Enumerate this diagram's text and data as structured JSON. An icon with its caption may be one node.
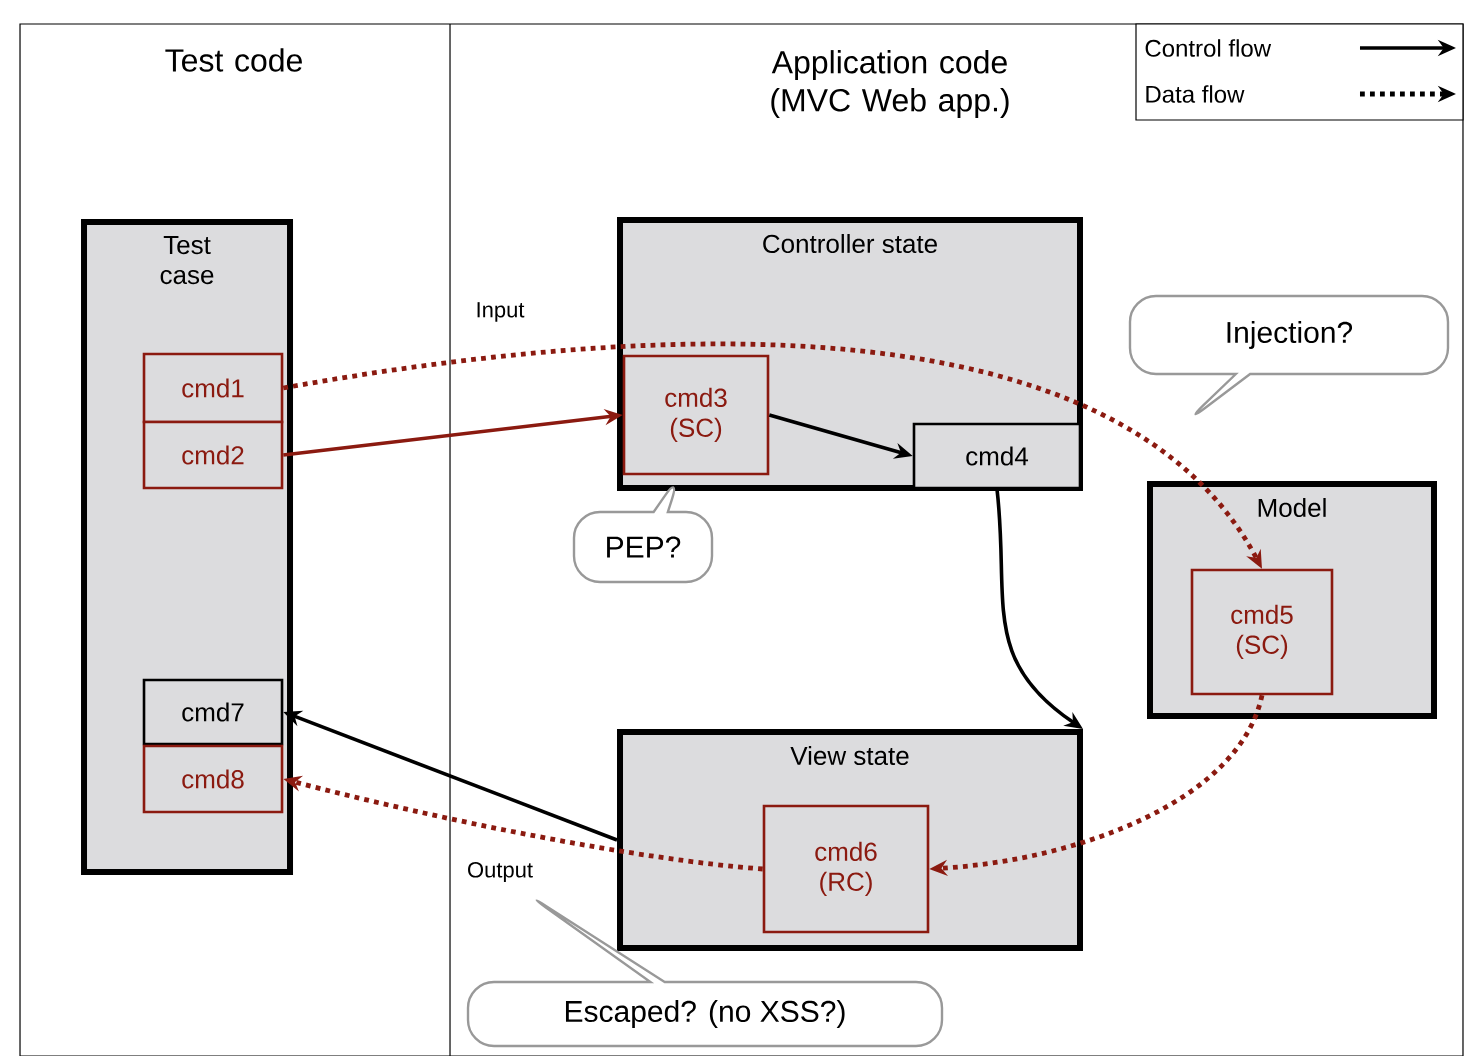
{
  "diagram": {
    "nodes": [
      {
        "text": [
          "Test case"
        ]
      },
      {
        "text": [
          "cmd1"
        ],
        "in": 0
      },
      {
        "text": [
          "cmd2"
        ],
        "in": 0
      },
      {
        "text": [
          "cmd7"
        ],
        "in": 0
      },
      {
        "text": [
          "cmd8"
        ],
        "in": 0
      },
      {
        "text": [
          "Controller state"
        ]
      },
      {
        "text": [
          "cmd3 (SC)"
        ],
        "in": 5
      },
      {
        "text": [
          "cmd4"
        ],
        "in": 5
      },
      {
        "text": [
          "Model"
        ]
      },
      {
        "text": [
          "cmd5 (SC)"
        ],
        "in": 8
      },
      {
        "text": [
          "View state"
        ]
      },
      {
        "text": [
          "cmd6 (RC)"
        ],
        "in": 10
      },
      {
        "text": [
          "PEP?"
        ]
      },
      {
        "text": [
          "Injection?"
        ]
      },
      {
        "text": [
          "Escaped? (no XSS?)"
        ]
      }
    ],
    "edges": [
      {
        "from": 1,
        "to": 9,
        "arrow": "to",
        "label": "Input",
        "style": "dashed"
      },
      {
        "from": 2,
        "to": 6,
        "arrow": "to"
      },
      {
        "from": 6,
        "to": 7,
        "arrow": "to",
        "color": "#000000"
      },
      {
        "from": 7,
        "to": 10,
        "arrow": "to",
        "color": "#000000"
      },
      {
        "from": 10,
        "to": 3,
        "arrow": "to",
        "color": "#000000"
      },
      {
        "from": 9,
        "to": 11,
        "arrow": "to",
        "style": "dashed"
      },
      {
        "from": 11,
        "to": 4,
        "arrow": "to",
        "label": "Output",
        "style": "dashed"
      }
    ],
    "labels": [
      "Test code",
      "Application code (MVC Web app.)"
    ],
    "legend": [
      {
        "text": "Control flow"
      },
      {
        "text": "Data flow"
      }
    ]
  }
}
